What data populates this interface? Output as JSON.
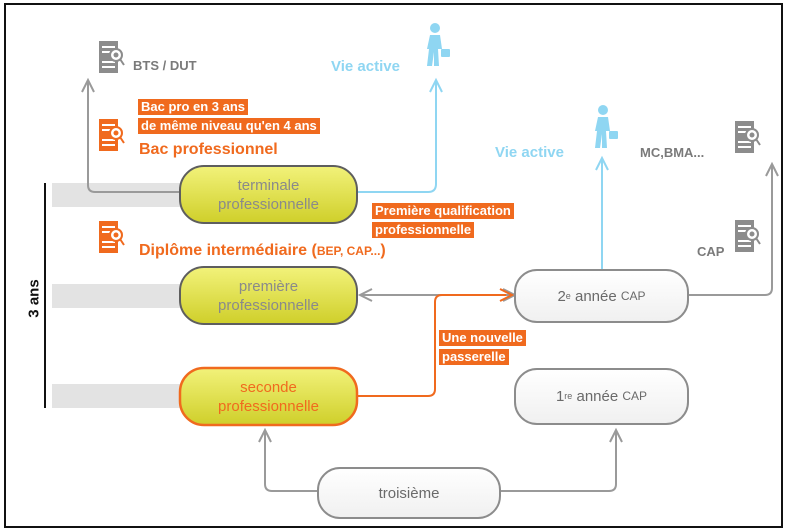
{
  "colors": {
    "orange": "#f06a1e",
    "olive": "#dcdc3a",
    "light_blue": "#8fd6f2",
    "gray": "#8c8c8c",
    "gray_text": "#555555",
    "band": "#e3e3e3"
  },
  "duration_label": "3 ans",
  "boxes": {
    "terminale": {
      "line1": "terminale",
      "line2": "professionnelle"
    },
    "premiere": {
      "line1": "première",
      "line2": "professionnelle"
    },
    "seconde": {
      "line1": "seconde",
      "line2": "professionnelle"
    },
    "cap2": {
      "num": "2",
      "sup": "e",
      "rest": " année ",
      "cap": "CAP"
    },
    "cap1": {
      "num": "1",
      "sup": "re",
      "rest": " année ",
      "cap": "CAP"
    },
    "troisieme": {
      "label": "troisième"
    }
  },
  "labels": {
    "bts": "BTS / DUT",
    "vie_active_top": "Vie active",
    "vie_active_mid": "Vie active",
    "mc_bma": "MC,BMA...",
    "cap": "CAP",
    "bac_pro_line1": "Bac pro en 3 ans",
    "bac_pro_line2": "de même niveau qu'en 4 ans",
    "bac_professionnel": "Bac professionnel",
    "premiere_qualif_line1": "Première qualification",
    "premiere_qualif_line2": "professionnelle",
    "diplome_main": "Diplôme intermédiaire (",
    "diplome_small": "BEP, CAP...",
    "diplome_close": ")",
    "passerelle_line1": "Une nouvelle",
    "passerelle_line2": "passerelle"
  },
  "icons": {
    "document": "document-seal-icon",
    "person": "walking-person-briefcase-icon"
  }
}
